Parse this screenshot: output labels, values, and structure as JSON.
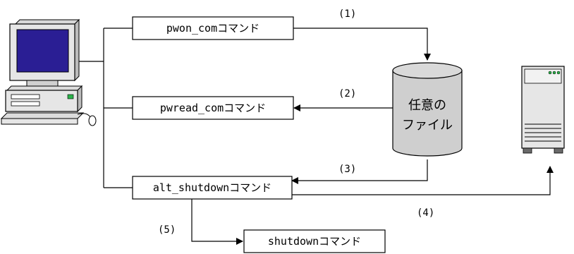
{
  "diagram": {
    "commands": {
      "pwon": "pwon_comコマンド",
      "pwread": "pwread_comコマンド",
      "alt_shutdown": "alt_shutdownコマンド",
      "shutdown": "shutdownコマンド"
    },
    "steps": {
      "s1": "(1)",
      "s2": "(2)",
      "s3": "(3)",
      "s4": "(4)",
      "s5": "(5)"
    },
    "file": {
      "line1": "任意の",
      "line2": "ファイル"
    },
    "icons": {
      "client": "desktop-computer-icon",
      "server": "server-tower-icon",
      "file": "file-cylinder-icon"
    }
  }
}
